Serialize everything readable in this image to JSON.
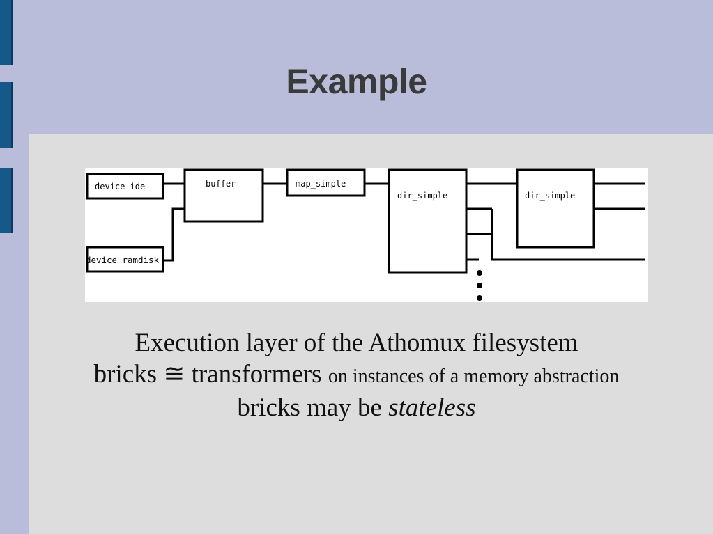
{
  "slide": {
    "title": "Example"
  },
  "diagram": {
    "bricks": {
      "device_ide": "device_ide",
      "device_ramdisk": "device_ramdisk",
      "buffer": "buffer",
      "map_simple": "map_simple",
      "dir_simple_1": "dir_simple",
      "dir_simple_2": "dir_simple"
    }
  },
  "text": {
    "line1": "Execution layer of the Athomux filesystem",
    "line2_main": "bricks ≅ transformers",
    "line2_small": "on instances of a memory abstraction",
    "line3_main": "bricks may be",
    "line3_em": "stateless"
  }
}
